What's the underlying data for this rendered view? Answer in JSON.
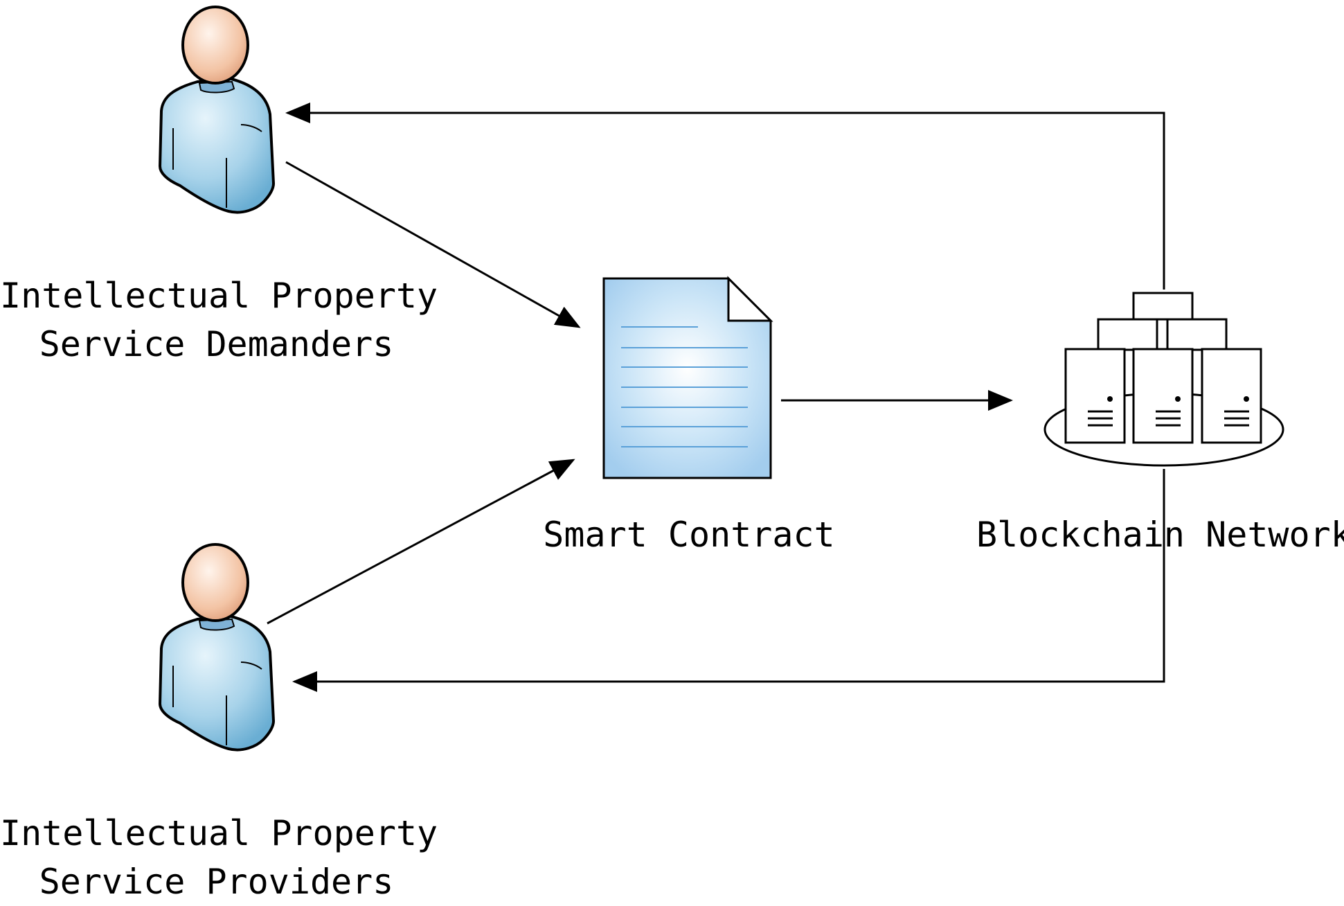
{
  "nodes": {
    "demanders": {
      "label_line1": "Intellectual Property",
      "label_line2": "Service Demanders",
      "icon": "user-icon"
    },
    "providers": {
      "label_line1": "Intellectual Property",
      "label_line2": "Service Providers",
      "icon": "user-icon"
    },
    "contract": {
      "label": "Smart Contract",
      "icon": "document-icon"
    },
    "network": {
      "label": "Blockchain Network",
      "icon": "server-network-icon"
    }
  },
  "edges": [
    {
      "from": "demanders",
      "to": "contract"
    },
    {
      "from": "providers",
      "to": "contract"
    },
    {
      "from": "contract",
      "to": "network"
    },
    {
      "from": "network",
      "to": "demanders"
    },
    {
      "from": "network",
      "to": "providers"
    }
  ],
  "colors": {
    "person_body": "#a8d3ea",
    "person_head": "#f3c4a5",
    "document_fill": "#a9d3f0",
    "document_lines": "#5aa0d8",
    "stroke": "#000000"
  }
}
